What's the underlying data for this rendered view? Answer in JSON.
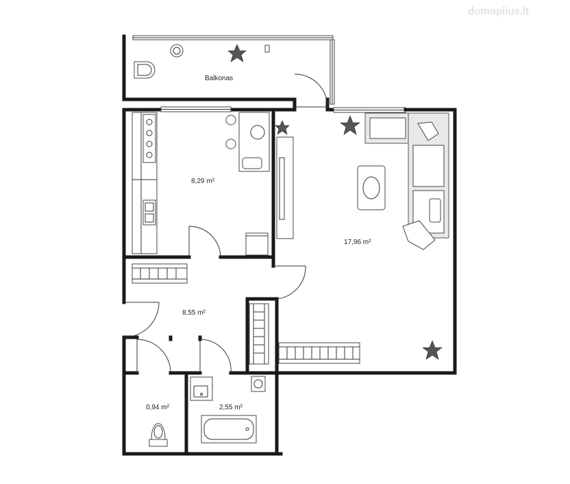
{
  "watermark": "domoplius.lt",
  "rooms": {
    "balcony": "Balkonas",
    "kitchen": "8,29 m²",
    "living": "17,96 m²",
    "hall": "8,55 m²",
    "wc": "0,94 m²",
    "bath": "2,55 m²"
  }
}
